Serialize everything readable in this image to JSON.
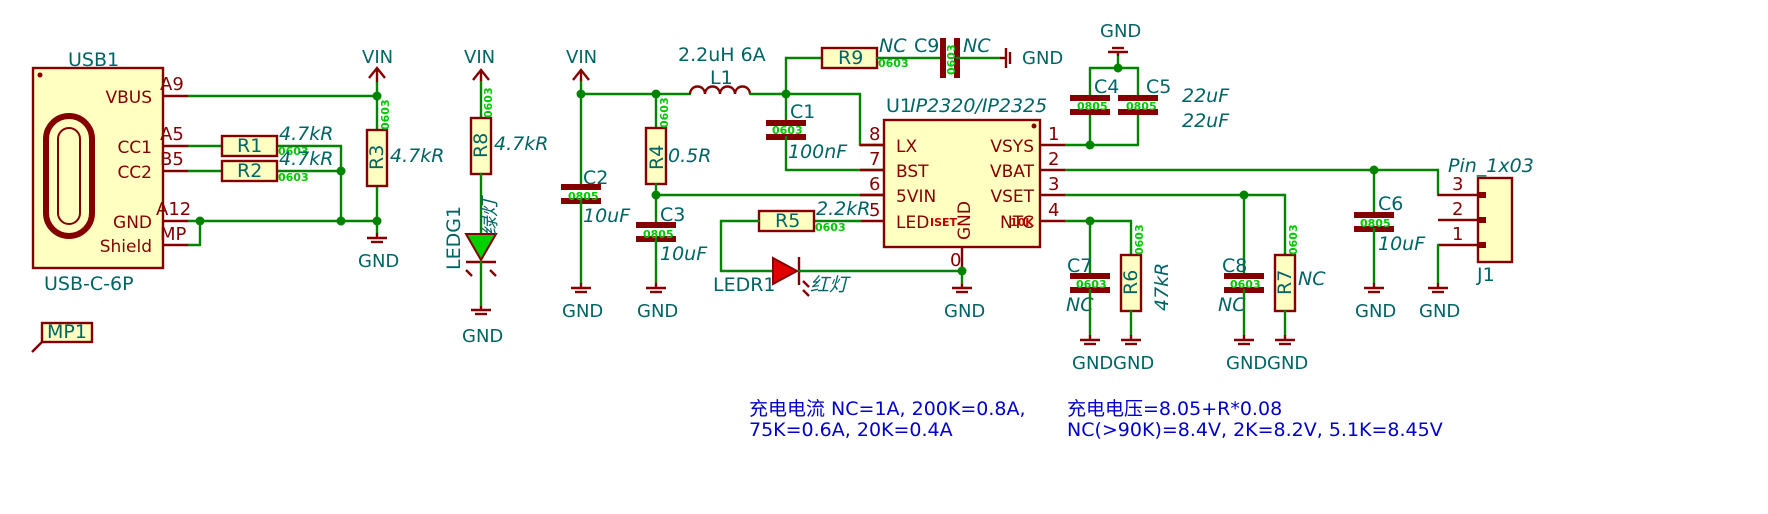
{
  "power": {
    "vin": "VIN",
    "gnd": "GND"
  },
  "usb": {
    "ref": "USB1",
    "value": "USB-C-6P",
    "pins": [
      "VBUS",
      "CC1",
      "CC2",
      "GND",
      "Shield"
    ],
    "pin_numbers": [
      "A9",
      "A5",
      "B5",
      "A12",
      "MP"
    ]
  },
  "mp1": {
    "ref": "MP1"
  },
  "r1": {
    "ref": "R1",
    "value": "4.7kR",
    "footprint": "0603"
  },
  "r2": {
    "ref": "R2",
    "value": "4.7kR",
    "footprint": "0603"
  },
  "r3": {
    "ref": "R3",
    "value": "4.7kR",
    "footprint": "0603"
  },
  "r8": {
    "ref": "R8",
    "value": "4.7kR",
    "footprint": "0603"
  },
  "ledg1": {
    "ref": "LEDG1",
    "value": "绿灯"
  },
  "c2": {
    "ref": "C2",
    "value": "10uF",
    "footprint": "0805"
  },
  "r4": {
    "ref": "R4",
    "value": "0.5R",
    "footprint": "0603"
  },
  "c3": {
    "ref": "C3",
    "value": "10uF",
    "footprint": "0805"
  },
  "l1": {
    "ref": "L1",
    "value": "2.2uH 6A"
  },
  "r9": {
    "ref": "R9",
    "value": "NC",
    "footprint": "0603"
  },
  "c9": {
    "ref": "C9",
    "value": "NC",
    "footprint": "0603"
  },
  "c1": {
    "ref": "C1",
    "value": "100nF",
    "footprint": "0603"
  },
  "u1": {
    "ref": "U1",
    "value": "IP2320/IP2325",
    "left_pins": [
      "LX",
      "BST",
      "5VIN",
      "LED"
    ],
    "right_pins": [
      "VSYS",
      "VBAT",
      "VSET",
      "NTC"
    ],
    "bottom_pin": "GND",
    "left_numbers": [
      "8",
      "7",
      "6",
      "5"
    ],
    "right_numbers": [
      "1",
      "2",
      "3",
      "4"
    ],
    "bottom_number": "0",
    "iset_tag": "ISET",
    "ntc_tag": "10K"
  },
  "r5": {
    "ref": "R5",
    "value": "2.2kR",
    "footprint": "0603"
  },
  "ledr1": {
    "ref": "LEDR1",
    "value": "红灯"
  },
  "c4": {
    "ref": "C4",
    "value": "22uF",
    "footprint": "0805"
  },
  "c5": {
    "ref": "C5",
    "value": "22uF",
    "footprint": "0805"
  },
  "c6": {
    "ref": "C6",
    "value": "10uF",
    "footprint": "0805"
  },
  "j1": {
    "ref": "J1",
    "value": "Pin_1x03",
    "pin_numbers": [
      "3",
      "2",
      "1"
    ]
  },
  "c7": {
    "ref": "C7",
    "value": "NC",
    "footprint": "0603"
  },
  "r6": {
    "ref": "R6",
    "value": "47kR",
    "footprint": "0603"
  },
  "c8": {
    "ref": "C8",
    "value": "NC",
    "footprint": "0603"
  },
  "r7": {
    "ref": "R7",
    "value": "NC",
    "footprint": "0603"
  },
  "notes": {
    "current": [
      "充电电流 NC=1A, 200K=0.8A,",
      "75K=0.6A, 20K=0.4A"
    ],
    "voltage": [
      "充电电压=8.05+R*0.08",
      "NC(>90K)=8.4V, 2K=8.2V, 5.1K=8.45V"
    ]
  }
}
